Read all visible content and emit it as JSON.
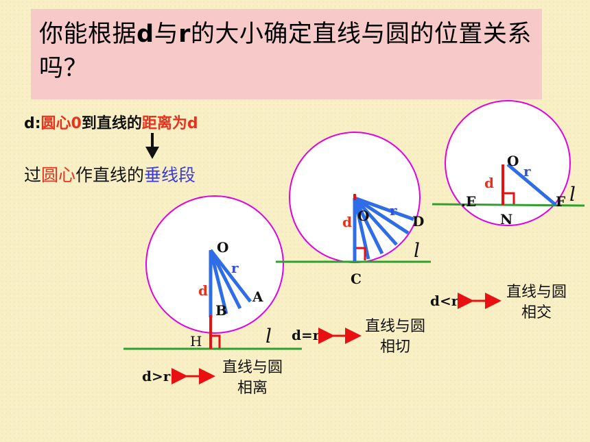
{
  "title": {
    "part1": "你能根据",
    "d": "d",
    "mid": "与",
    "r": "r",
    "part2": "的大小确定直线与圆的位置关系吗？"
  },
  "definition": {
    "symbol": "d:",
    "circle_center": "圆心0",
    "to_line": "到直线的",
    "distance": "距离为d"
  },
  "perpendicular": {
    "prefix": "过",
    "center": "圆心",
    "middle": "作直线的",
    "segment": "垂线段"
  },
  "diagrams": {
    "separate": {
      "O": "O",
      "r": "r",
      "d": "d",
      "A": "A",
      "B": "B",
      "H": "H",
      "l": "l",
      "relation": "d>r",
      "desc_line1": "直线与圆",
      "desc_line2": "相离"
    },
    "tangent": {
      "O": "O",
      "r": "r",
      "d": "d",
      "D": "D",
      "C": "C",
      "l": "l",
      "relation": "d=r",
      "desc_line1": "直线与圆",
      "desc_line2": "相切"
    },
    "intersect": {
      "O": "O",
      "r": "r",
      "d": "d",
      "E": ".E",
      "F": "F",
      "N": "N",
      "l": "l",
      "relation": "d<r",
      "desc_line1": "直线与圆",
      "desc_line2": "相交"
    }
  },
  "colors": {
    "circle": "#e000e0",
    "line": "#2f9f2f",
    "radius": "#2f6de8",
    "distance": "#e81010",
    "arrow": "#e81010"
  }
}
